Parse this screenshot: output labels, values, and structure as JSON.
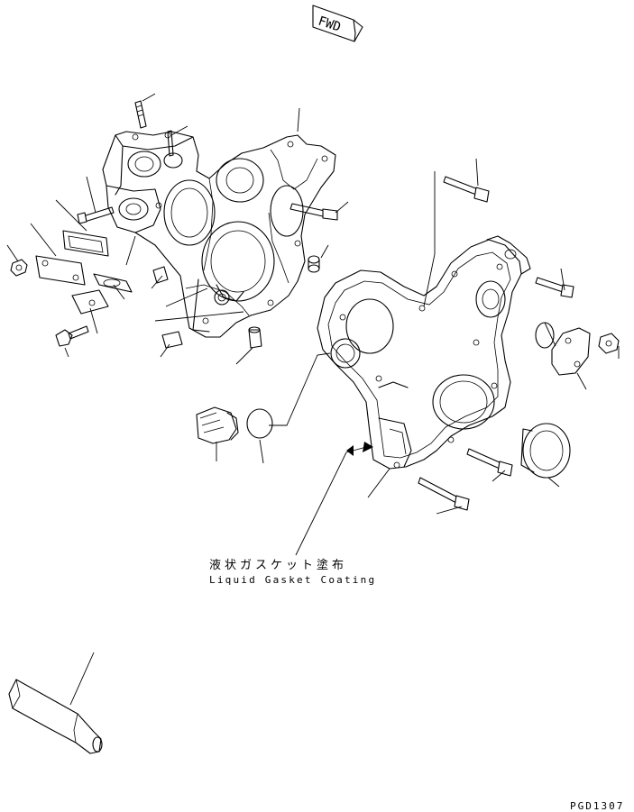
{
  "fwd_label": "FWD",
  "note": {
    "japanese": "液状ガスケット塗布",
    "english": "Liquid Gasket Coating"
  },
  "drawing_id": "PGD1307"
}
